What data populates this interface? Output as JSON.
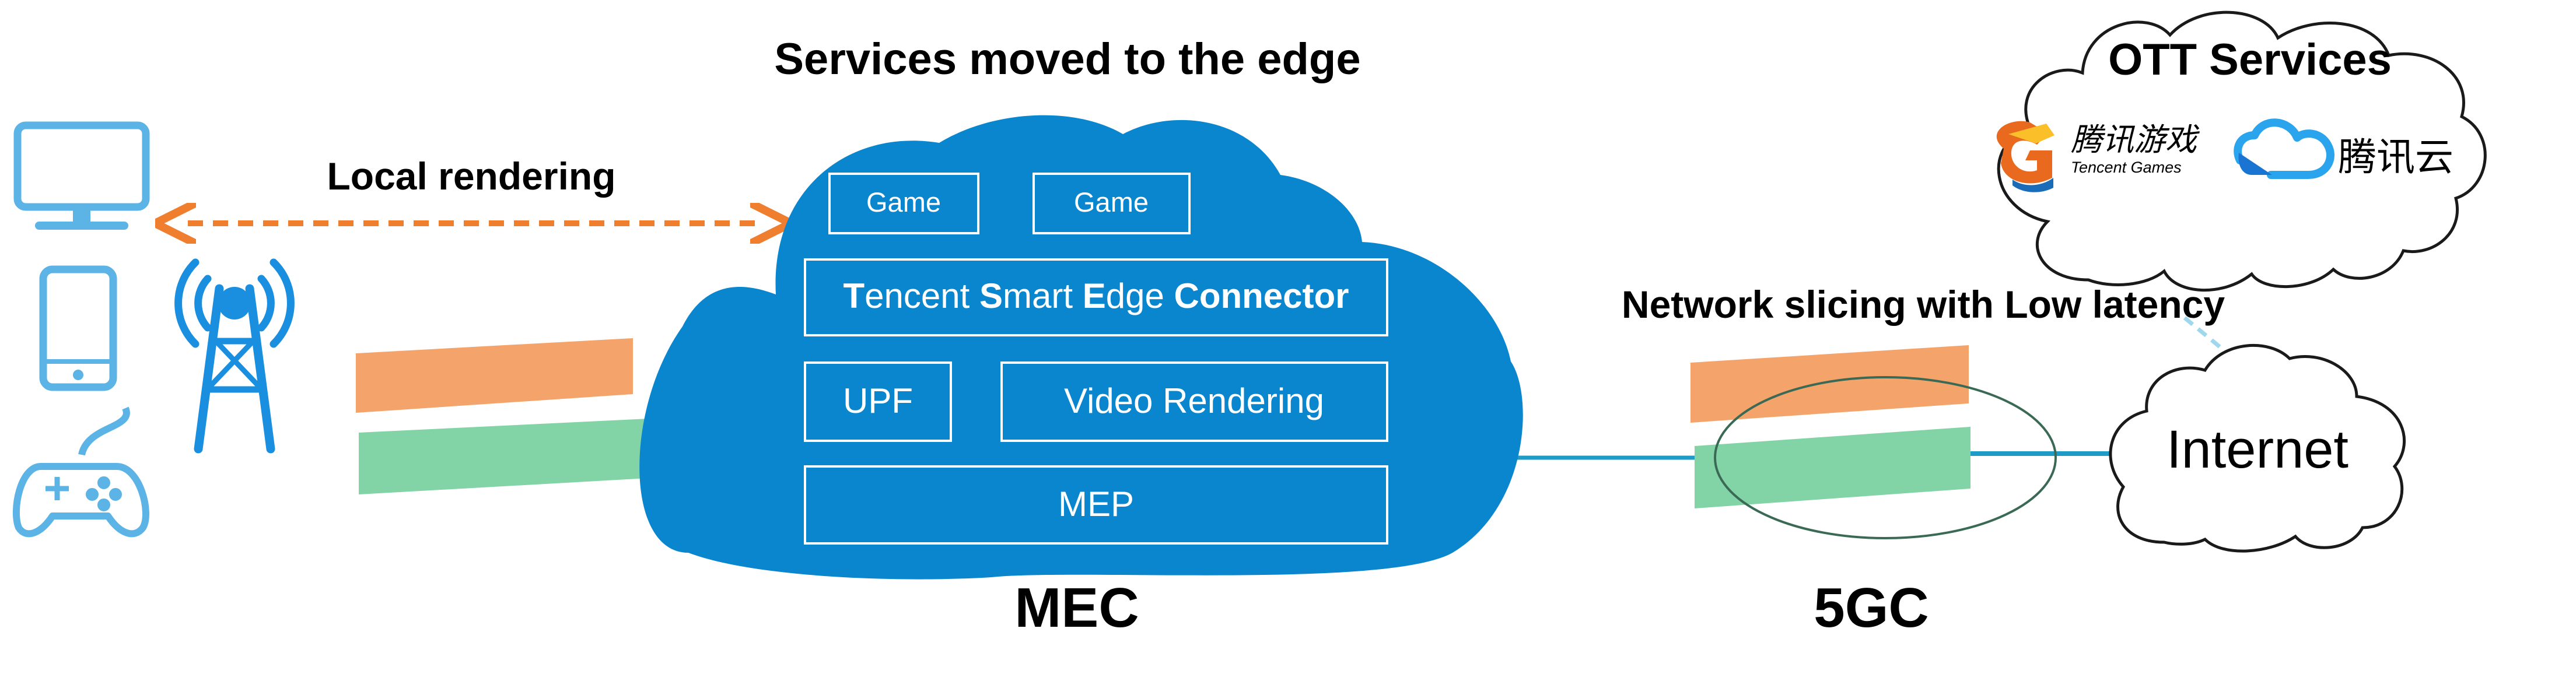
{
  "title": "Services moved to the edge",
  "local_rendering_label": "Local rendering",
  "mec": {
    "label": "MEC",
    "boxes": {
      "game_1": "Game",
      "game_2": "Game",
      "connector_parts": [
        {
          "cap": "T",
          "rest": "encent "
        },
        {
          "cap": "S",
          "rest": "mart "
        },
        {
          "cap": "E",
          "rest": "dge "
        },
        {
          "cap": "",
          "rest": "Connector"
        }
      ],
      "upf": "UPF",
      "video_rendering": "Video Rendering",
      "mep": "MEP"
    }
  },
  "network_slicing_label": "Network slicing with Low latency",
  "core_label": "5GC",
  "internet_label": "Internet",
  "ott": {
    "label": "OTT Services",
    "tencent_games_cn": "腾讯游戏",
    "tencent_games_en": "Tencent Games",
    "tencent_cloud_cn": "腾讯云"
  },
  "icons": [
    "monitor-icon",
    "tablet-icon",
    "gamepad-icon",
    "antenna-icon",
    "tencent-games-logo",
    "tencent-cloud-logo"
  ],
  "colors": {
    "cloud_blue": "#0A86CF",
    "icon_blue": "#5BB3E6",
    "antenna_blue": "#1A8FE0",
    "slice_orange": "#F4A46B",
    "slice_green": "#82D3A5",
    "arrow_orange": "#EF7E2F",
    "link_teal": "#1E9BC6",
    "ellipse_stroke": "#3A6A55"
  }
}
